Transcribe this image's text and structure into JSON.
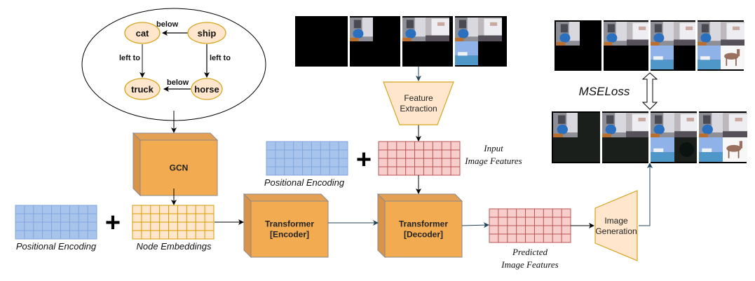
{
  "scene_graph": {
    "nodes": [
      {
        "id": "cat",
        "label": "cat"
      },
      {
        "id": "ship",
        "label": "ship"
      },
      {
        "id": "truck",
        "label": "truck"
      },
      {
        "id": "horse",
        "label": "horse"
      }
    ],
    "edges": [
      {
        "from": "ship",
        "to": "cat",
        "label": "below"
      },
      {
        "from": "cat",
        "to": "truck",
        "label": "left to"
      },
      {
        "from": "ship",
        "to": "horse",
        "label": "left to"
      },
      {
        "from": "horse",
        "to": "truck",
        "label": "below"
      }
    ]
  },
  "blocks": {
    "gcn": "GCN",
    "encoder_line1": "Transformer",
    "encoder_line2": "[Encoder]",
    "decoder_line1": "Transformer",
    "decoder_line2": "[Decoder]",
    "feature_extraction_line1": "Feature",
    "feature_extraction_line2": "Extraction",
    "image_generation_line1": "Image",
    "image_generation_line2": "Generation"
  },
  "labels": {
    "positional_encoding_left": "Positional Encoding",
    "node_embeddings": "Node Embeddings",
    "positional_encoding_mid": "Positional Encoding",
    "input_features_line1": "Input",
    "input_features_line2": "Image Features",
    "predicted_features_line1": "Predicted",
    "predicted_features_line2": "Image Features",
    "loss": "MSELoss",
    "plus": "+"
  },
  "colors": {
    "node_fill": "#ffe6cc",
    "node_stroke": "#d6a521",
    "block_front": "#f2ab50",
    "block_side": "#d9944a",
    "block_top": "#e3a054",
    "block_stroke": "#8a8a8a",
    "blue_grid_fill": "#a9c4eb",
    "blue_grid_stroke": "#7ea6e0",
    "peach_grid_fill": "#ffe6cc",
    "peach_grid_stroke": "#d79b00",
    "red_grid_fill": "#f8cecc",
    "red_grid_stroke": "#b85450"
  },
  "image_strips": {
    "input_sequence": {
      "frames": 4,
      "filled_tiles": [
        0,
        1,
        2,
        3
      ]
    },
    "target_sequence": {
      "frames": 4,
      "filled_tiles": [
        1,
        2,
        3,
        4
      ]
    },
    "generated_sequence": {
      "frames": 4,
      "filled_tiles": [
        1,
        2,
        3,
        4
      ]
    }
  }
}
